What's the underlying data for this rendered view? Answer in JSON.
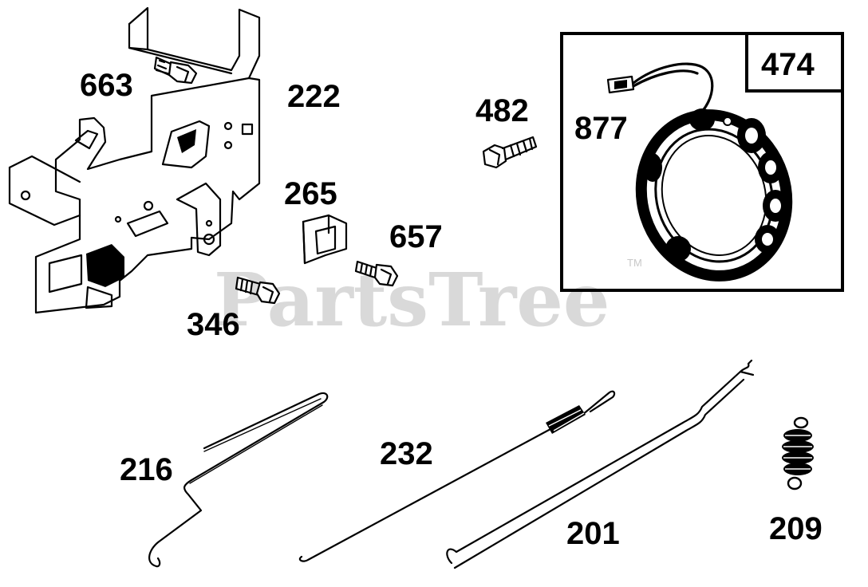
{
  "watermark": {
    "text": "PartsTree",
    "trademark": "TM"
  },
  "callouts": {
    "p663": "663",
    "p222": "222",
    "p482": "482",
    "p877": "877",
    "p474": "474",
    "p265": "265",
    "p657": "657",
    "p346": "346",
    "p216": "216",
    "p232": "232",
    "p201": "201",
    "p209": "209"
  },
  "colors": {
    "line": "#000000",
    "background": "#ffffff",
    "watermark": "#d9d9d9"
  }
}
